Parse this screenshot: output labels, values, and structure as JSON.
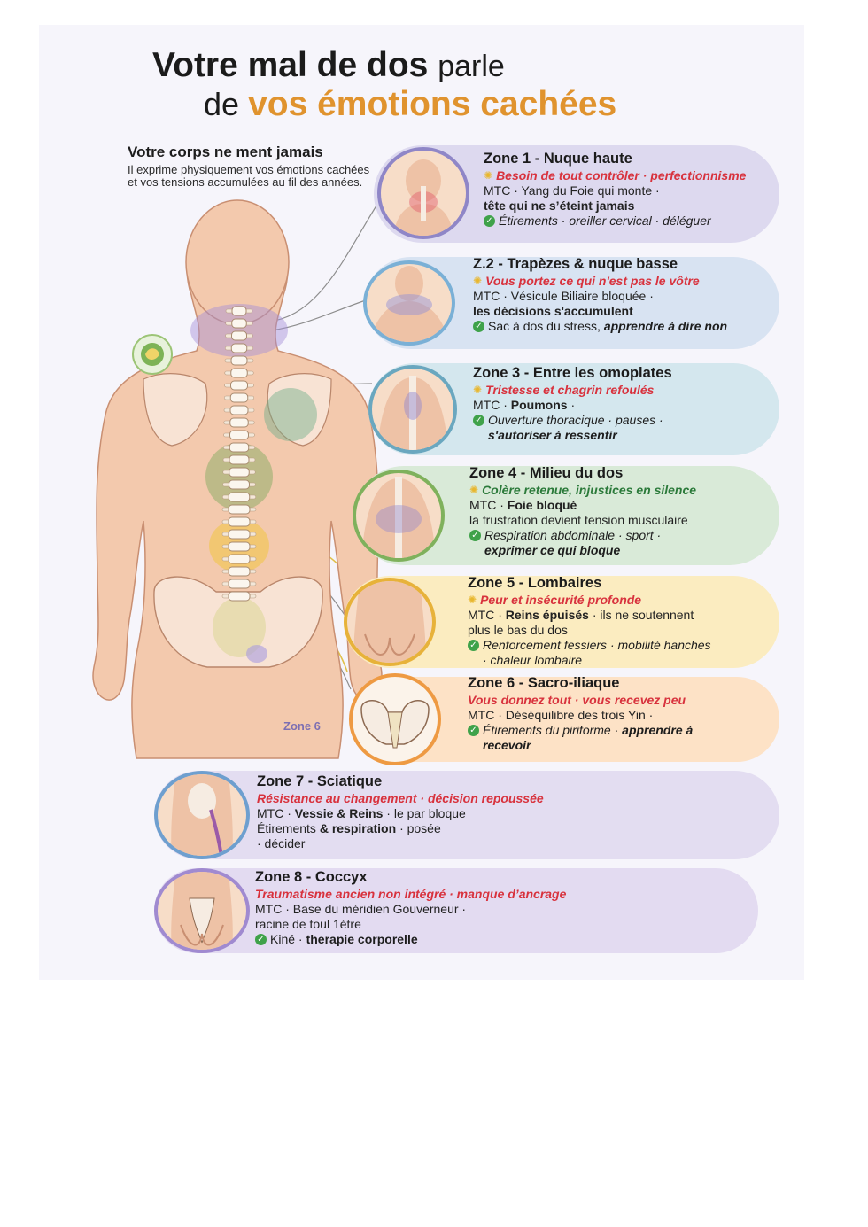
{
  "title": {
    "line1_bold": "Votre mal de dos",
    "line1_light": "parle",
    "line2_lead": "de",
    "line2_accent": "vos émotions cachées"
  },
  "intro": {
    "heading": "Votre corps ne ment jamais",
    "text": "Il exprime physiquement vos émotions cachées et vos tensions accumulées au fil des années."
  },
  "figure_label": "Zone 6",
  "zones": [
    {
      "title": "Zone 1 - Nuque haute",
      "emotion": "Besoin de tout contrôler · perfectionnisme",
      "mtc": "MTC · Yang du Foie qui monte ·",
      "mtc2": "tête qui ne s’éteint jamais",
      "advice": "Étirements · oreiller cervical · déléguer"
    },
    {
      "title": "Z.2 - Trapèzes & nuque basse",
      "emotion": "Vous portez ce qui n'est pas le vôtre",
      "mtc": "MTC · Vésicule Biliaire bloquée ·",
      "mtc2": "les décisions s'accumulent",
      "advice_a": "Sac à dos du stress,",
      "advice_b": "apprendre à dire non"
    },
    {
      "title": "Zone 3 - Entre les omoplates",
      "emotion": "Tristesse et chagrin refoulés",
      "mtc_a": "MTC ·",
      "mtc_b": "Poumons",
      "mtc_c": "·",
      "advice": "Ouverture thoracique · pauses ·",
      "advice2": "s'autoriser à ressentir"
    },
    {
      "title": "Zone 4 - Milieu du dos",
      "emotion": "Colère retenue, injustices en silence",
      "mtc_a": "MTC ·",
      "mtc_b": "Foie bloqué",
      "mtc2": "la frustration devient tension musculaire",
      "advice": "Respiration abdominale · sport ·",
      "advice2": "exprimer ce qui bloque"
    },
    {
      "title": "Zone 5 - Lombaires",
      "emotion": "Peur et insécurité profonde",
      "mtc_a": "MTC ·",
      "mtc_b": "Reins épuisés",
      "mtc_c": "· ils ne soutennent",
      "mtc2": "plus le bas du dos",
      "advice": "Renforcement fessiers · mobilité hanches",
      "advice2": "· chaleur lombaire"
    },
    {
      "title": "Zone 6 - Sacro-iliaque",
      "emotion": "Vous donnez tout · vous recevez peu",
      "mtc": "MTC · Déséquilibre des trois Yin ·",
      "advice_a": "Étirements du piriforme ·",
      "advice_b": "apprendre à",
      "advice2": "recevoir"
    },
    {
      "title": "Zone 7 - Sciatique",
      "emotion": "Résistance au changement · décision repoussée",
      "mtc_a": "MTC ·",
      "mtc_b": "Vessie & Reins",
      "mtc_c": "· le par bloque",
      "advice_a": "Étirements",
      "advice_b": "& respiration",
      "advice_c": "· posée",
      "advice2": "· décider"
    },
    {
      "title": "Zone 8 - Coccyx",
      "emotion": "Traumatisme ancien non intégré · manque d’ancrage",
      "mtc": "MTC · Base du méridien Gouverneur ·",
      "mtc2": "racine de toul 1étre",
      "advice_a": "Kiné ·",
      "advice_b": "therapie corporelle"
    }
  ],
  "colors": {
    "zone1": "#ddd9ef",
    "zone2": "#d8e3f2",
    "zone3": "#d4e7ee",
    "zone4": "#d9ead8",
    "zone5": "#fbecc0",
    "zone6": "#fde2c6",
    "zone7": "#e3ddf1",
    "zone8": "#e3dbf1",
    "accent_title": "#e0932e",
    "emotion_red": "#d8323d",
    "emotion_green": "#2b7a3a",
    "skin": "#f3c9ad"
  }
}
